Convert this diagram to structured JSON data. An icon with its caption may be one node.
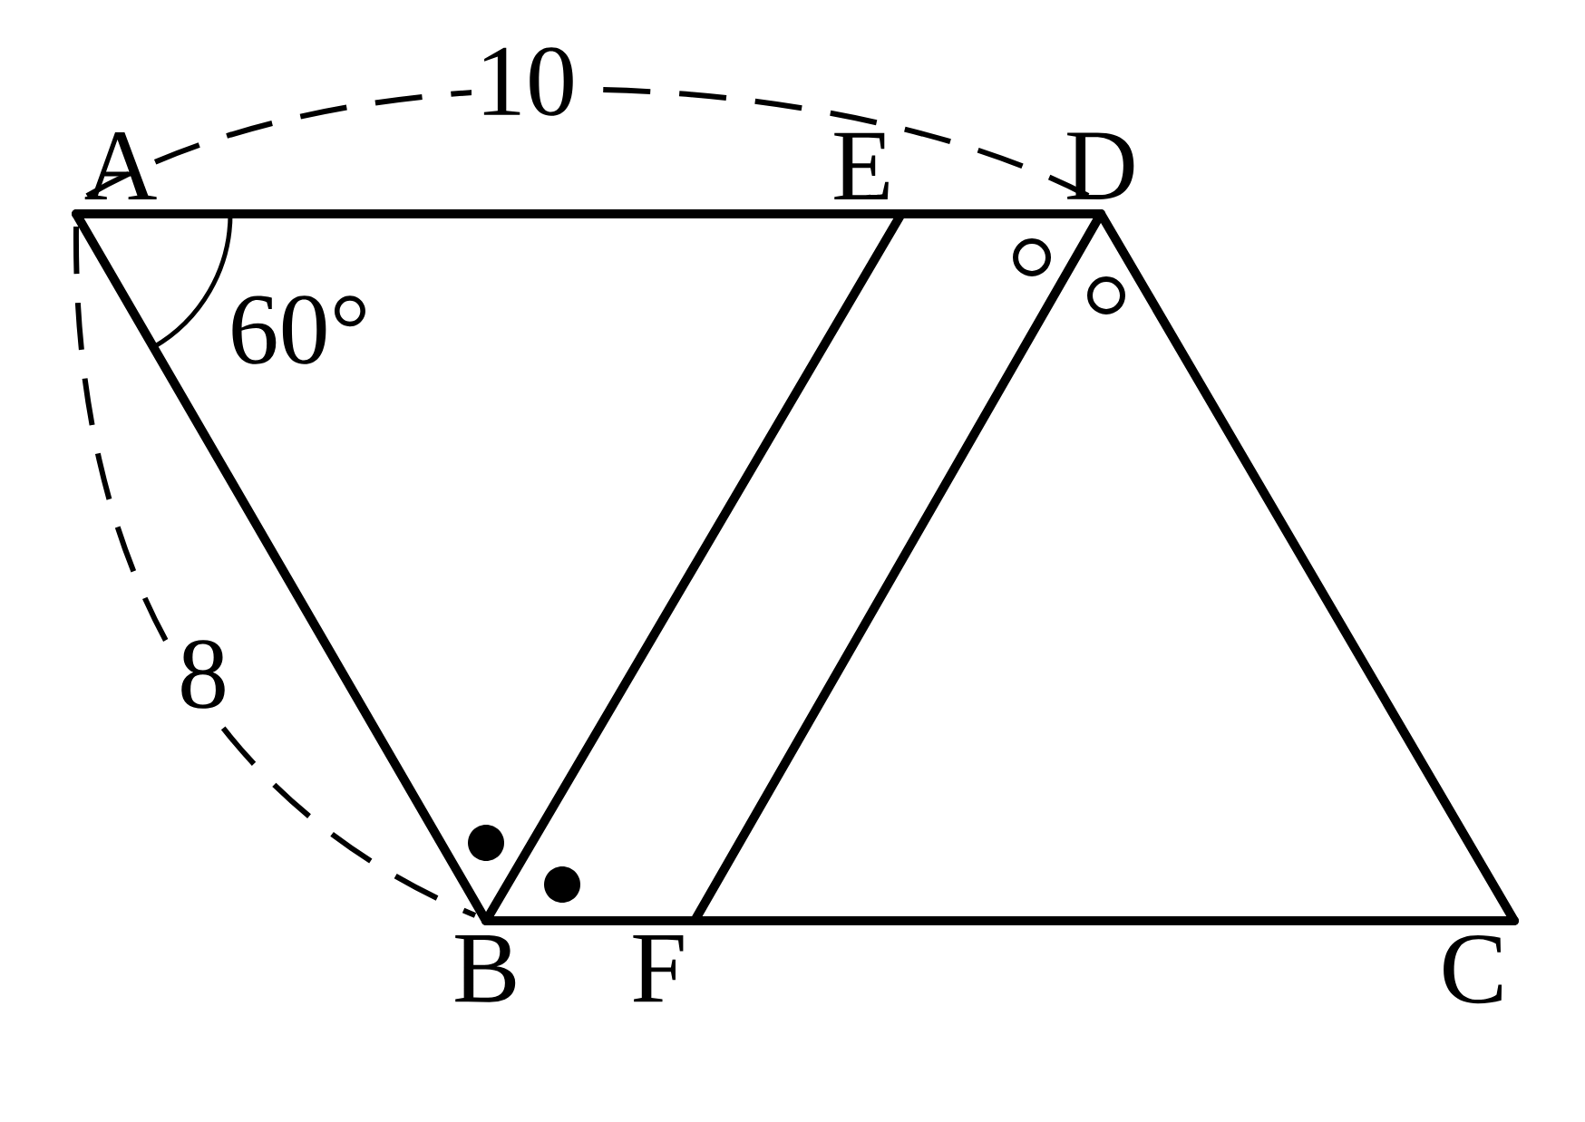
{
  "diagram": {
    "nodes": [
      {
        "text": [
          "A"
        ]
      },
      {
        "text": [
          "E"
        ]
      },
      {
        "text": [
          "D"
        ]
      },
      {
        "text": [
          "B"
        ]
      },
      {
        "text": [
          "F"
        ]
      },
      {
        "text": [
          "C"
        ]
      }
    ],
    "edges": [
      {
        "from": 0,
        "to": 2,
        "arrow": "none"
      },
      {
        "from": 0,
        "to": 3,
        "arrow": "none"
      },
      {
        "from": 3,
        "to": 5,
        "arrow": "none"
      },
      {
        "from": 2,
        "to": 5,
        "arrow": "none"
      },
      {
        "from": 3,
        "to": 1,
        "arrow": "none"
      },
      {
        "from": 4,
        "to": 2,
        "arrow": "none"
      }
    ],
    "labels": [
      "10",
      "60°",
      "8"
    ]
  }
}
